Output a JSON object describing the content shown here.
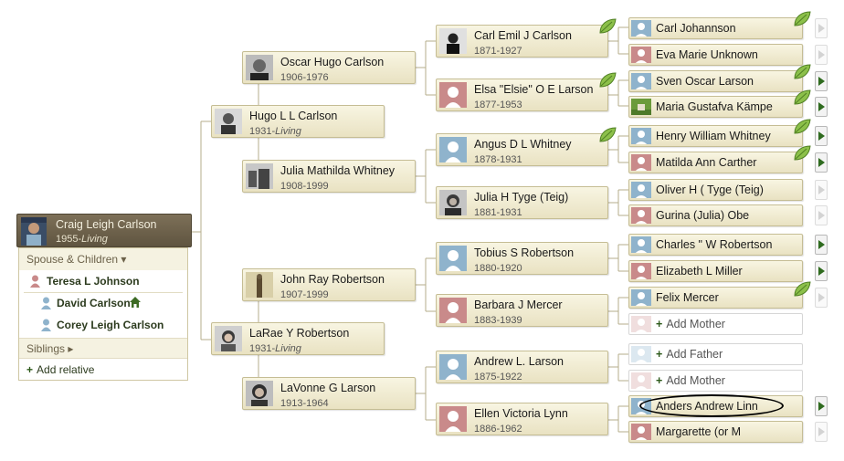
{
  "root": {
    "name": "Craig Leigh Carlson",
    "birth": "1955-",
    "status": "Living"
  },
  "family_panel": {
    "spouse_header": "Spouse & Children ▾",
    "spouse": "Teresa L Johnson",
    "children": [
      "David Carlson",
      "Corey Leigh Carlson"
    ],
    "siblings_header": "Siblings ▸",
    "add_relative": "Add relative"
  },
  "gen1": {
    "father": {
      "name": "Hugo L L Carlson",
      "birth": "1931-",
      "status": "Living"
    },
    "mother": {
      "name": "LaRae Y Robertson",
      "birth": "1931-",
      "status": "Living"
    }
  },
  "gen2": {
    "ff": {
      "name": "Oscar Hugo Carlson",
      "dates": "1906-1976"
    },
    "fm": {
      "name": "Julia Mathilda Whitney",
      "dates": "1908-1999"
    },
    "mf": {
      "name": "John Ray Robertson",
      "dates": "1907-1999"
    },
    "mm": {
      "name": "LaVonne G Larson",
      "dates": "1913-1964"
    }
  },
  "gen3": {
    "fff": {
      "name": "Carl Emil J Carlson",
      "dates": "1871-1927"
    },
    "ffm": {
      "name": "Elsa \"Elsie\" O E Larson",
      "dates": "1877-1953"
    },
    "fmf": {
      "name": "Angus D L Whitney",
      "dates": "1878-1931"
    },
    "fmm": {
      "name": "Julia H Tyge (Teig)",
      "dates": "1881-1931"
    },
    "mff": {
      "name": "Tobius S Robertson",
      "dates": "1880-1920"
    },
    "mfm": {
      "name": "Barbara J Mercer",
      "dates": "1883-1939"
    },
    "mmf": {
      "name": "Andrew L. Larson",
      "dates": "1875-1922"
    },
    "mmm": {
      "name": "Ellen Victoria Lynn",
      "dates": "1886-1962"
    }
  },
  "gen4": [
    "Carl Johannson",
    "Eva Marie Unknown",
    "Sven Oscar Larson",
    "Maria Gustafva Kämpe",
    "Henry William Whitney",
    "Matilda Ann Carther",
    "Oliver H ( Tyge (Teig)",
    "Gurina (Julia) Obe",
    "Charles \" W Robertson",
    "Elizabeth L Miller",
    "Felix Mercer",
    "Add Mother",
    "Add Father",
    "Add Mother",
    "Anders Andrew Linn",
    "Margarette (or M"
  ],
  "colors": {
    "card_bg": "#efe9cf",
    "root_bg": "#6e6450",
    "male_silhouette": "#8fb3cc",
    "female_silhouette": "#c98a8a",
    "leaf_green": "#6aa33a",
    "arrow_green": "#2f6b1f"
  },
  "icons": {
    "hint": "leaf-icon",
    "expand": "arrow-right-icon",
    "home": "house-icon",
    "add": "plus-icon"
  }
}
